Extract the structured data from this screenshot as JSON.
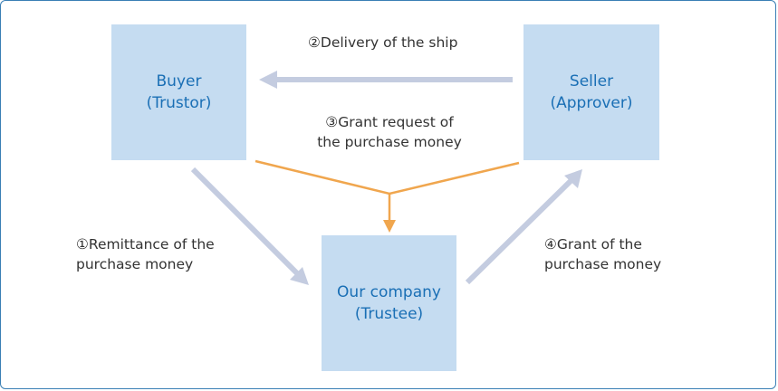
{
  "nodes": {
    "buyer": {
      "line1": "Buyer",
      "line2": "(Trustor)"
    },
    "seller": {
      "line1": "Seller",
      "line2": "(Approver)"
    },
    "company": {
      "line1": "Our company",
      "line2": "(Trustee)"
    }
  },
  "labels": {
    "delivery": {
      "line1": "②Delivery of the ship"
    },
    "request": {
      "line1": "③Grant request of",
      "line2": "the purchase money"
    },
    "remit": {
      "line1": "①Remittance of the",
      "line2": "purchase money"
    },
    "grant": {
      "line1": "④Grant of the",
      "line2": "purchase money"
    }
  },
  "colors": {
    "box_fill": "#c5dcf1",
    "box_text": "#1a6fb5",
    "flow_arrow": "#c4cce0",
    "request_arrow": "#f0a64e",
    "border": "#3a7fb5"
  }
}
